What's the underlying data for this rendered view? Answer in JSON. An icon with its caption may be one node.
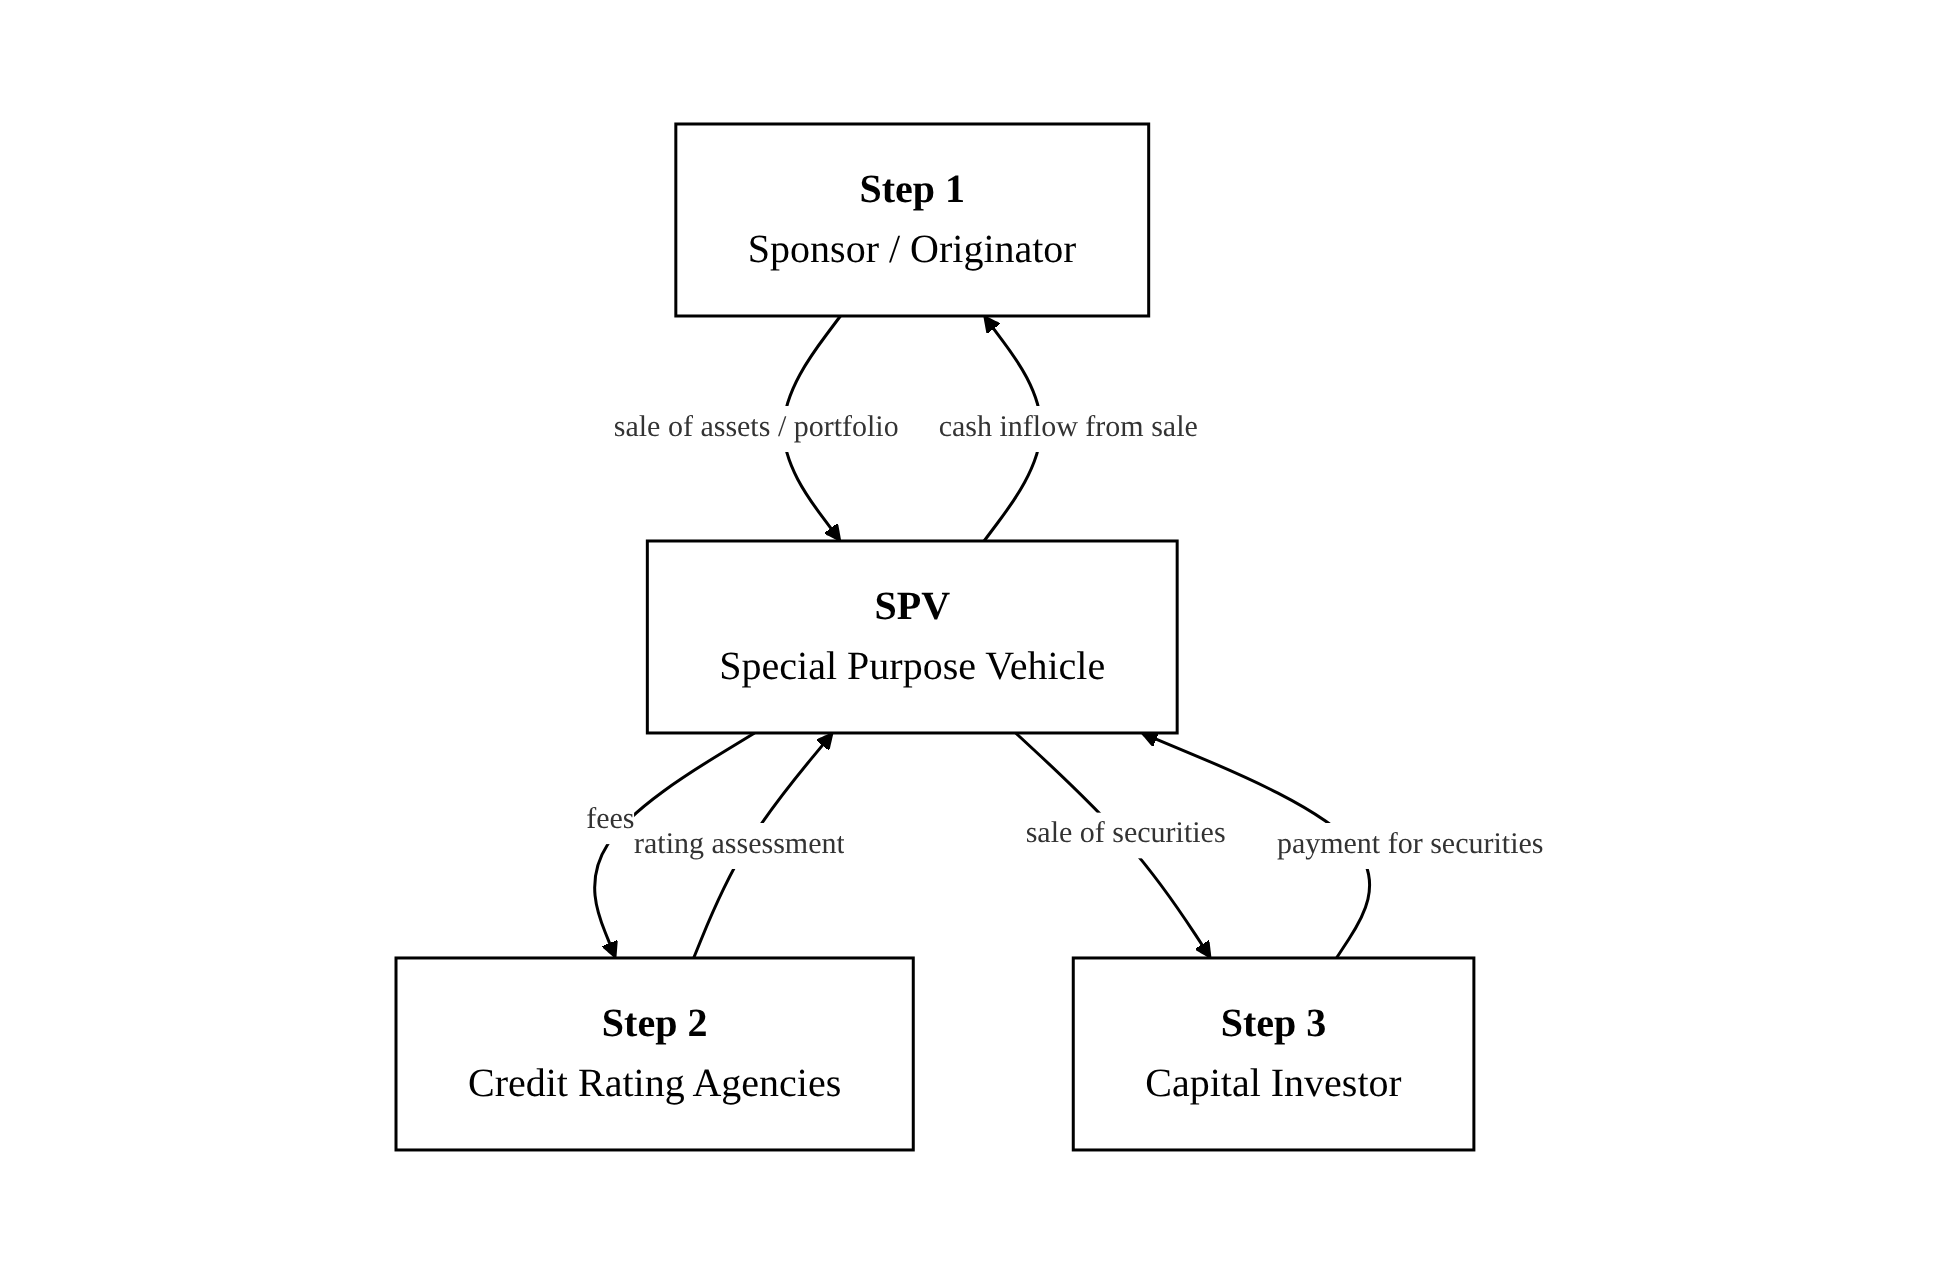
{
  "diagram": {
    "nodes": [
      {
        "text": [
          "Step 1",
          "Sponsor / Originator"
        ]
      },
      {
        "text": [
          "SPV",
          "Special Purpose Vehicle"
        ]
      },
      {
        "text": [
          "Step 2",
          "Credit Rating Agencies"
        ]
      },
      {
        "text": [
          "Step 3",
          "Capital Investor"
        ]
      }
    ],
    "edges": [
      {
        "from": 0,
        "to": 1,
        "arrow": "to",
        "label": "sale of assets / portfolio"
      },
      {
        "from": 1,
        "to": 0,
        "arrow": "to",
        "label": "cash inflow from sale"
      },
      {
        "from": 1,
        "to": 2,
        "arrow": "to",
        "label": "fees"
      },
      {
        "from": 2,
        "to": 1,
        "arrow": "to",
        "label": "rating assessment"
      },
      {
        "from": 1,
        "to": 3,
        "arrow": "to",
        "label": "sale of securities"
      },
      {
        "from": 3,
        "to": 1,
        "arrow": "to",
        "label": "payment for securities"
      }
    ]
  }
}
